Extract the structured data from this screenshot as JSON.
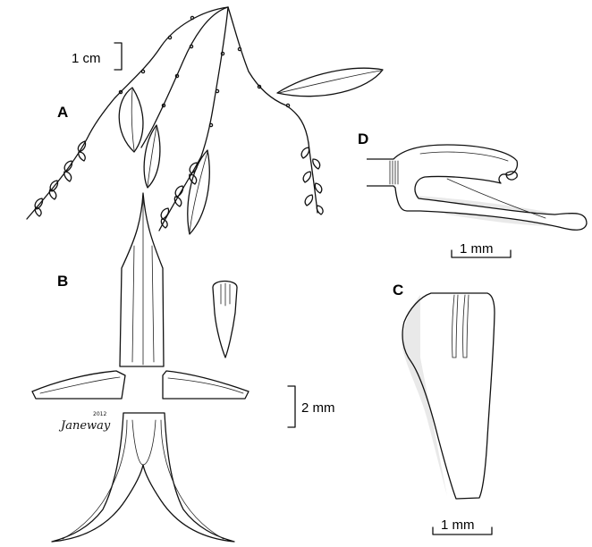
{
  "panels": {
    "a": {
      "label": "A",
      "scale": "1 cm"
    },
    "b": {
      "label": "B",
      "scale": "2 mm"
    },
    "c": {
      "label": "C",
      "scale": "1 mm"
    },
    "d": {
      "label": "D",
      "scale": "1 mm"
    }
  },
  "signature": {
    "name": "Janeway",
    "year": "2012"
  },
  "colors": {
    "ink": "#111111",
    "background": "#ffffff",
    "shading": "#e9e9e9"
  }
}
